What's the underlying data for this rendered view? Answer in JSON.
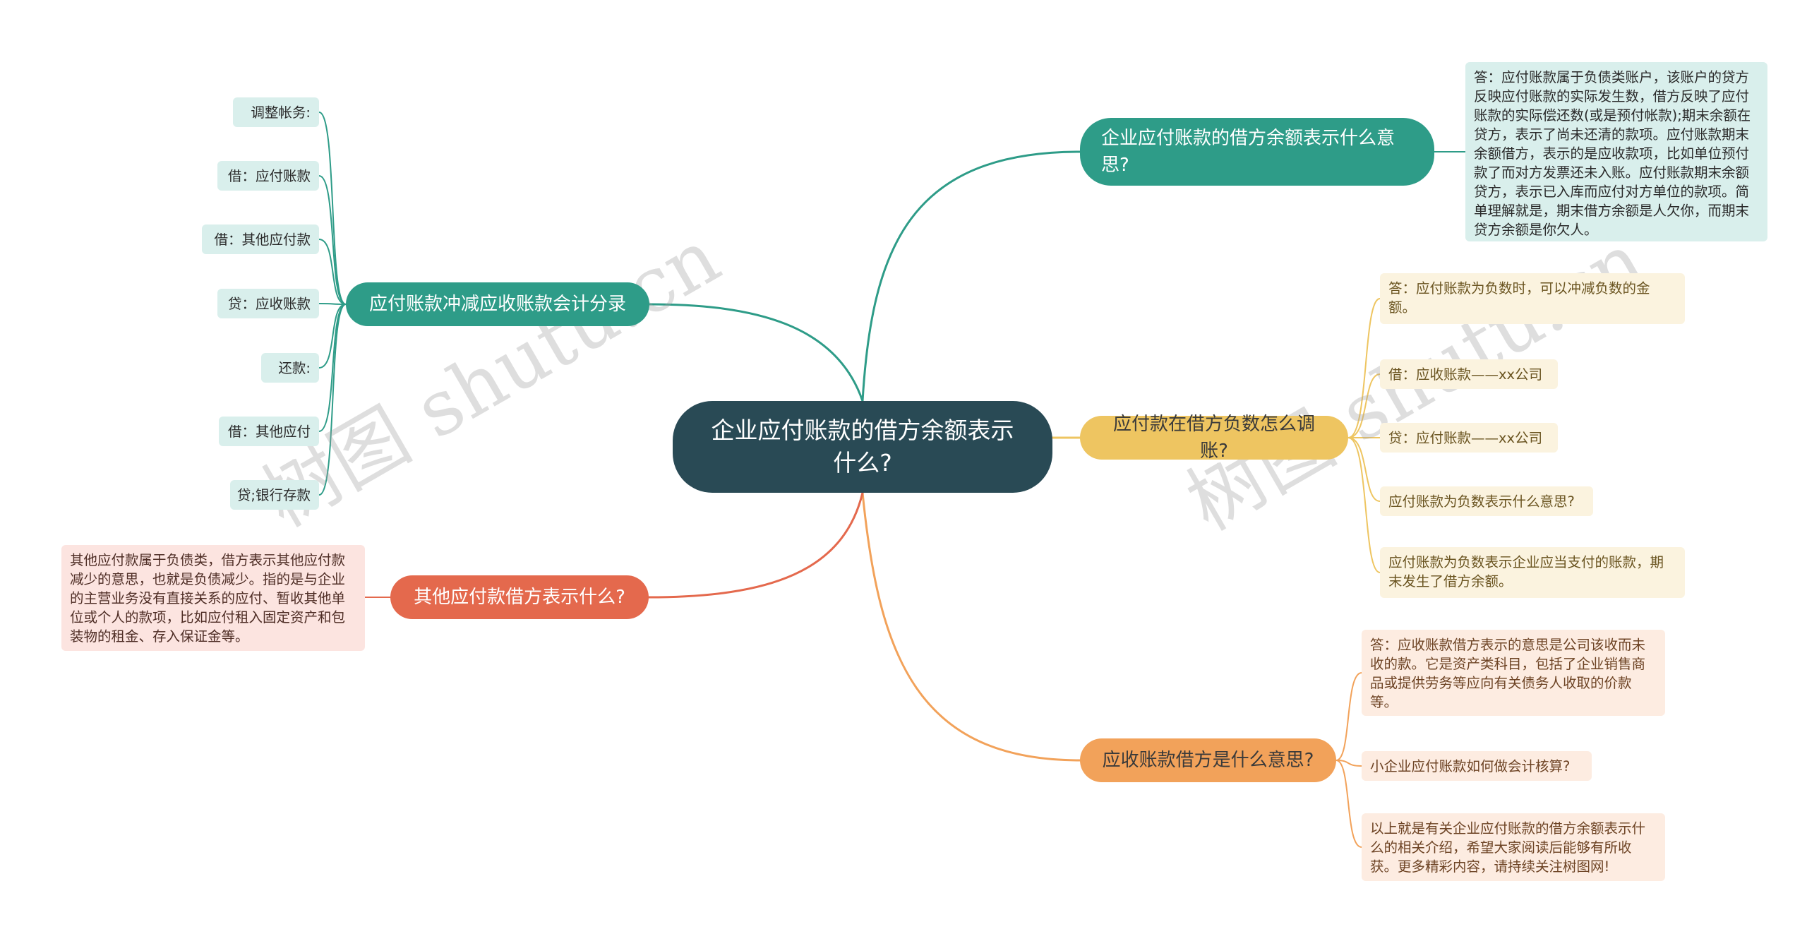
{
  "center": "企业应付账款的借方余额表示什么?",
  "watermarks": [
    "树图 shutu.cn",
    "树图 shutu.cn"
  ],
  "colors": {
    "center": "#294a55",
    "teal": "#2e9c88",
    "yellow": "#eec561",
    "orange": "#f2a25a",
    "red": "#e4694d"
  },
  "right": {
    "q1": {
      "label": "企业应付账款的借方余额表示什么意思?",
      "answer": "答：应付账款属于负债类账户，该账户的贷方反映应付账款的实际发生数，借方反映了应付账款的实际偿还数(或是预付帐款);期末余额在贷方，表示了尚未还清的款项。应付账款期末余额借方，表示的是应收款项，比如单位预付款了而对方发票还未入账。应付账款期末余额贷方，表示已入库而应付对方单位的款项。简单理解就是，期末借方余额是人欠你，而期末贷方余额是你欠人。"
    },
    "q2": {
      "label": "应付款在借方负数怎么调账?",
      "items": [
        "答：应付账款为负数时，可以冲减负数的金额。",
        "借：应收账款——xx公司",
        "贷：应付账款——xx公司",
        "应付账款为负数表示什么意思?",
        "应付账款为负数表示企业应当支付的账款，期末发生了借方余额。"
      ]
    },
    "q3": {
      "label": "应收账款借方是什么意思?",
      "items": [
        "答：应收账款借方表示的意思是公司该收而未收的款。它是资产类科目，包括了企业销售商品或提供劳务等应向有关债务人收取的价款等。",
        "小企业应付账款如何做会计核算?",
        "以上就是有关企业应付账款的借方余额表示什么的相关介绍，希望大家阅读后能够有所收获。更多精彩内容，请持续关注树图网!"
      ]
    }
  },
  "left": {
    "q4": {
      "label": "应付账款冲减应收账款会计分录",
      "items": [
        "调整帐务:",
        "借：应付账款",
        "借：其他应付款",
        "贷：应收账款",
        "还款:",
        "借：其他应付",
        "贷;银行存款"
      ]
    },
    "q5": {
      "label": "其他应付款借方表示什么?",
      "answer": "其他应付款属于负债类，借方表示其他应付款减少的意思，也就是负债减少。指的是与企业的主营业务没有直接关系的应付、暂收其他单位或个人的款项，比如应付租入固定资产和包装物的租金、存入保证金等。"
    }
  }
}
